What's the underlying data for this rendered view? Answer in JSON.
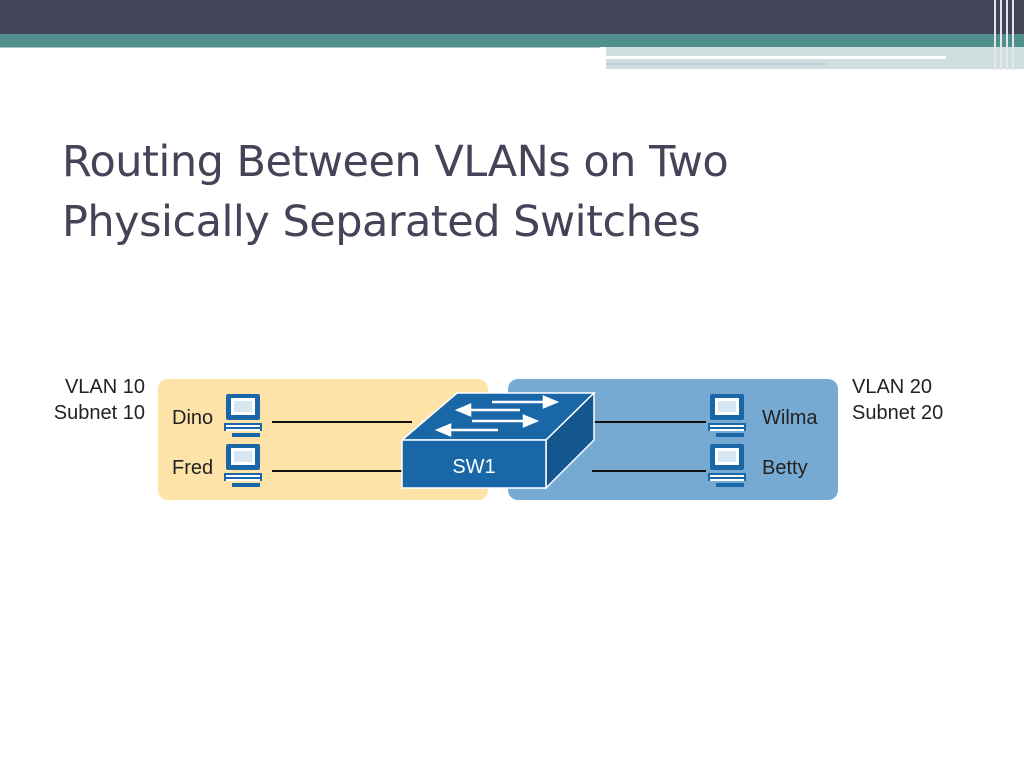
{
  "slide": {
    "title_line1": "Routing Between VLANs on Two",
    "title_line2": "Physically Separated Switches"
  },
  "diagram": {
    "left_group": {
      "vlan": "VLAN 10",
      "subnet": "Subnet 10",
      "color": "#fde3a7"
    },
    "right_group": {
      "vlan": "VLAN 20",
      "subnet": "Subnet 20",
      "color": "#77aad3"
    },
    "hosts": {
      "dino": "Dino",
      "fred": "Fred",
      "wilma": "Wilma",
      "betty": "Betty"
    },
    "switch_label": "SW1",
    "switch_color": "#1a67a8"
  }
}
